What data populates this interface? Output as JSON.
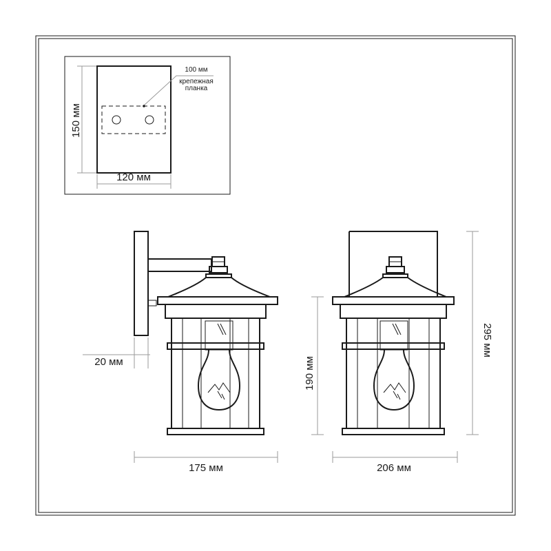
{
  "mount_plate": {
    "height_label": "150 мм",
    "width_label": "120 мм",
    "bracket_width_label": "100 мм",
    "bracket_caption_line1": "крепежная",
    "bracket_caption_line2": "планка"
  },
  "side_view": {
    "depth_label": "20 мм",
    "width_label": "175 мм"
  },
  "front_view": {
    "body_height_label": "190 мм",
    "total_height_label": "295 мм",
    "width_label": "206 мм"
  },
  "colors": {
    "line": "#1a1a1a",
    "dimension": "#9a9a9a"
  }
}
